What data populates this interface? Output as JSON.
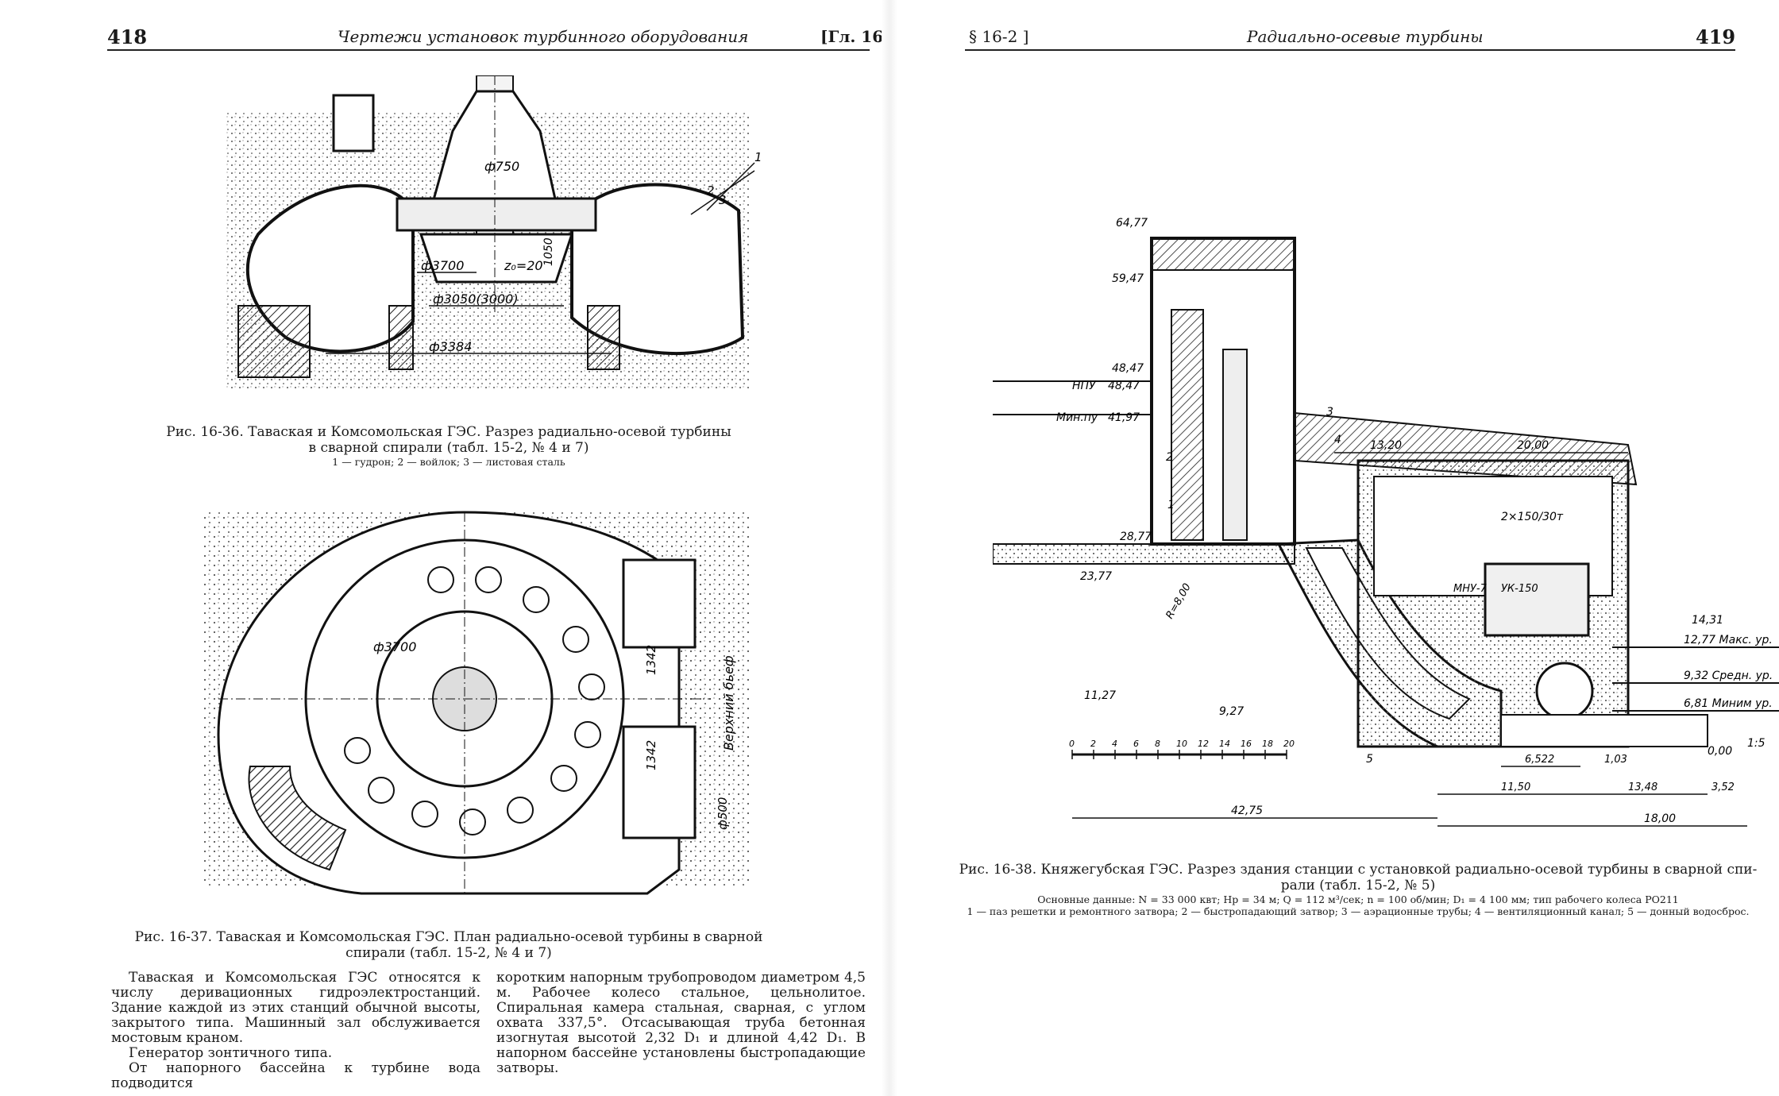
{
  "left_page": {
    "page_number": "418",
    "running_title": "Чертежи установок турбинного оборудования",
    "chapter_ref": "[Гл. 16",
    "fig1": {
      "caption_line1": "Рис. 16-36. Таваская и Комсомольская ГЭС. Разрез радиально-осевой турбины",
      "caption_line2": "в сварной спирали (табл. 15-2, № 4 и 7)",
      "legend": "1 — гудрон; 2 — войлок; 3 — листовая сталь",
      "labels": {
        "d750": "ф750",
        "d3700": "ф3700",
        "z0": "z₀=20",
        "d3050": "ф3050(3000)",
        "d3384": "ф3384",
        "h1050": "1050",
        "n1": "1",
        "n2": "2",
        "n3": "3"
      }
    },
    "fig2": {
      "caption_line1": "Рис. 16-37. Таваская и Комсомольская ГЭС. План радиально-осевой турбины в сварной",
      "caption_line2": "спирали (табл. 15-2, № 4 и 7)",
      "labels": {
        "d3700": "ф3700",
        "d1342a": "1342",
        "d1342b": "1342",
        "d500": "ф500",
        "upstream": "Верхний бьеф"
      }
    },
    "text_col1": [
      "Таваская и Комсомольская ГЭС относятся к числу деривационных гидроэлектростанций. Здание каждой из этих станций обычной высоты, закрытого типа. Машинный зал обслуживается мостовым краном.",
      "Генератор зонтичного типа.",
      "От напорного бассейна к турбине вода подводится"
    ],
    "text_col2": [
      "коротким напорным трубопроводом диаметром 4,5 м. Рабочее колесо стальное, цельнолитое. Спиральная камера стальная, сварная, с углом охвата 337,5°. Отсасывающая труба бетонная изогнутая высотой 2,32 D₁ и длиной 4,42 D₁. В напорном бассейне установлены быстропадающие затворы."
    ]
  },
  "right_page": {
    "page_number": "419",
    "section_ref": "§ 16-2 ]",
    "running_title": "Радиально-осевые турбины",
    "fig3": {
      "caption_line1": "Рис. 16-38. Княжегубская ГЭС. Разрез здания станции с установкой радиально-осевой турбины в сварной спи-",
      "caption_line2": "рали (табл. 15-2, № 5)",
      "data_line": "Основные данные: N = 33 000 квт; Hр = 34 м; Q = 112 м³/сек; n = 100 об/мин; D₁ = 4 100 мм; тип рабочего колеса РО211",
      "legend_line1": "1 — паз решетки и ремонтного затвора; 2 — быстропадающий затвор; 3 — аэрационные трубы; 4 — вентиляционный канал; 5 — донный водосброс.",
      "elevations": {
        "e6477": "64,77",
        "e5947": "59,47",
        "e4847": "48,47",
        "npu": "НПУ",
        "e4847b": "48,47",
        "mupu": "Мин.пу",
        "e4197": "41,97",
        "e2877": "28,77",
        "e2377": "23,77",
        "e1127": "11,27",
        "e927": "9,27",
        "e1431": "14,31",
        "e1277": "12,77 Макс. ур.",
        "e932": "9,32 Средн. ур.",
        "e681": "6,81 Миним ур.",
        "e000": "0,00"
      },
      "dims": {
        "d1320": "13,20",
        "d2000": "20,00",
        "crane": "2×150/30т",
        "d1150": "11,50",
        "d1348": "13,48",
        "d4275": "42,75",
        "d1800": "18,00",
        "d352": "3,52",
        "d6522": "6,522",
        "d103": "1,03",
        "mnu": "МНУ-7",
        "uk": "УК-150",
        "r800": "R=8,00",
        "scale": "1:5"
      },
      "scale_ticks": [
        "0",
        "2",
        "4",
        "6",
        "8",
        "10",
        "12",
        "14",
        "16",
        "18",
        "20"
      ],
      "num_labels": [
        "1",
        "2",
        "3",
        "4",
        "5"
      ]
    }
  }
}
